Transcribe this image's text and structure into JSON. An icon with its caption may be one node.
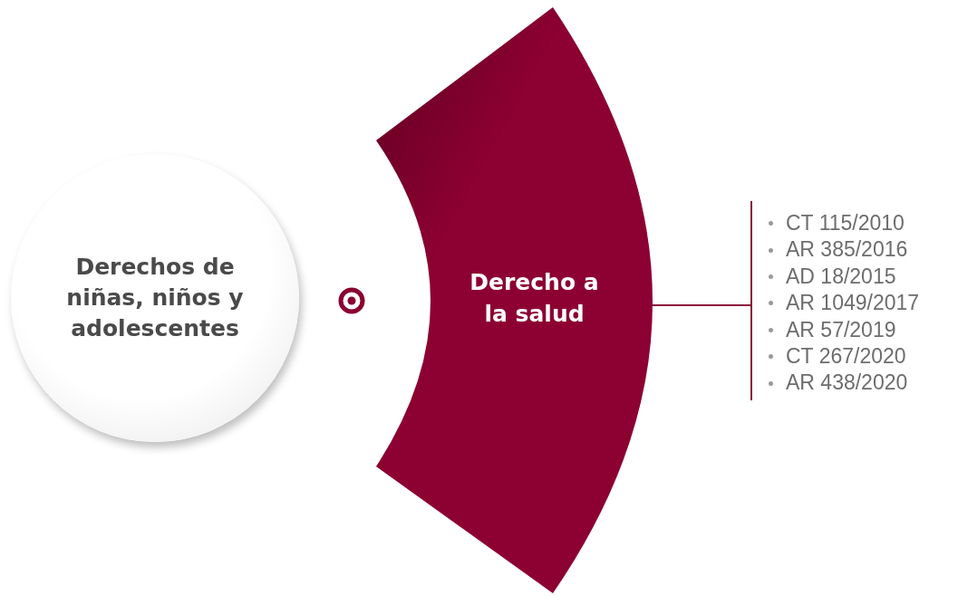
{
  "diagram": {
    "nodes": [
      {
        "text": [
          "Derechos de niñas, niños y adolescentes"
        ]
      },
      {
        "text": [
          "Derecho a la salud"
        ]
      },
      {
        "text": [
          "CT 115/2010",
          "AR 385/2016",
          "AD 18/2015",
          "AR 1049/2017",
          "AR 57/2019",
          "CT 267/2020",
          "AR 438/2020"
        ]
      }
    ],
    "edges": [
      {
        "from": 1,
        "to": 2,
        "arrow": "none"
      }
    ]
  }
}
